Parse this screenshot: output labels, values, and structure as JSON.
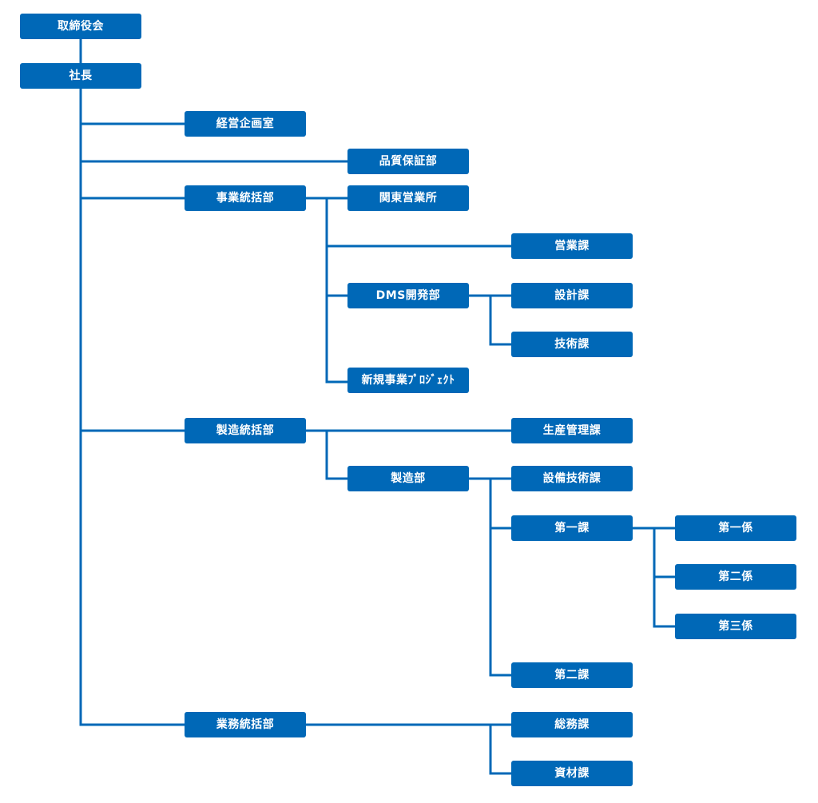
{
  "chart_data": {
    "type": "org-chart",
    "nodes": [
      {
        "id": "board",
        "label": "取締役会"
      },
      {
        "id": "president",
        "label": "社長",
        "parent": "board"
      },
      {
        "id": "planning",
        "label": "経営企画室",
        "parent": "president"
      },
      {
        "id": "qa",
        "label": "品質保証部",
        "parent": "president"
      },
      {
        "id": "bizdiv",
        "label": "事業統括部",
        "parent": "president"
      },
      {
        "id": "kanto",
        "label": "関東営業所",
        "parent": "bizdiv"
      },
      {
        "id": "sales",
        "label": "営業課",
        "parent": "bizdiv"
      },
      {
        "id": "dms",
        "label": "DMS開発部",
        "parent": "bizdiv"
      },
      {
        "id": "design",
        "label": "設計課",
        "parent": "dms"
      },
      {
        "id": "tech",
        "label": "技術課",
        "parent": "dms"
      },
      {
        "id": "newproj",
        "label": "新規事業ﾌﾟﾛｼﾞｪｸﾄ",
        "parent": "bizdiv"
      },
      {
        "id": "mfgdiv",
        "label": "製造統括部",
        "parent": "president"
      },
      {
        "id": "prodctl",
        "label": "生産管理課",
        "parent": "mfgdiv"
      },
      {
        "id": "mfg",
        "label": "製造部",
        "parent": "mfgdiv"
      },
      {
        "id": "equip",
        "label": "設備技術課",
        "parent": "mfg"
      },
      {
        "id": "sec1",
        "label": "第一課",
        "parent": "mfg"
      },
      {
        "id": "unit1",
        "label": "第一係",
        "parent": "sec1"
      },
      {
        "id": "unit2",
        "label": "第二係",
        "parent": "sec1"
      },
      {
        "id": "unit3",
        "label": "第三係",
        "parent": "sec1"
      },
      {
        "id": "sec2",
        "label": "第二課",
        "parent": "mfg"
      },
      {
        "id": "opsdiv",
        "label": "業務統括部",
        "parent": "president"
      },
      {
        "id": "general",
        "label": "総務課",
        "parent": "opsdiv"
      },
      {
        "id": "materials",
        "label": "資材課",
        "parent": "opsdiv"
      }
    ]
  },
  "colors": {
    "box": "#0068b7",
    "line": "#0068b7",
    "text": "#ffffff"
  }
}
